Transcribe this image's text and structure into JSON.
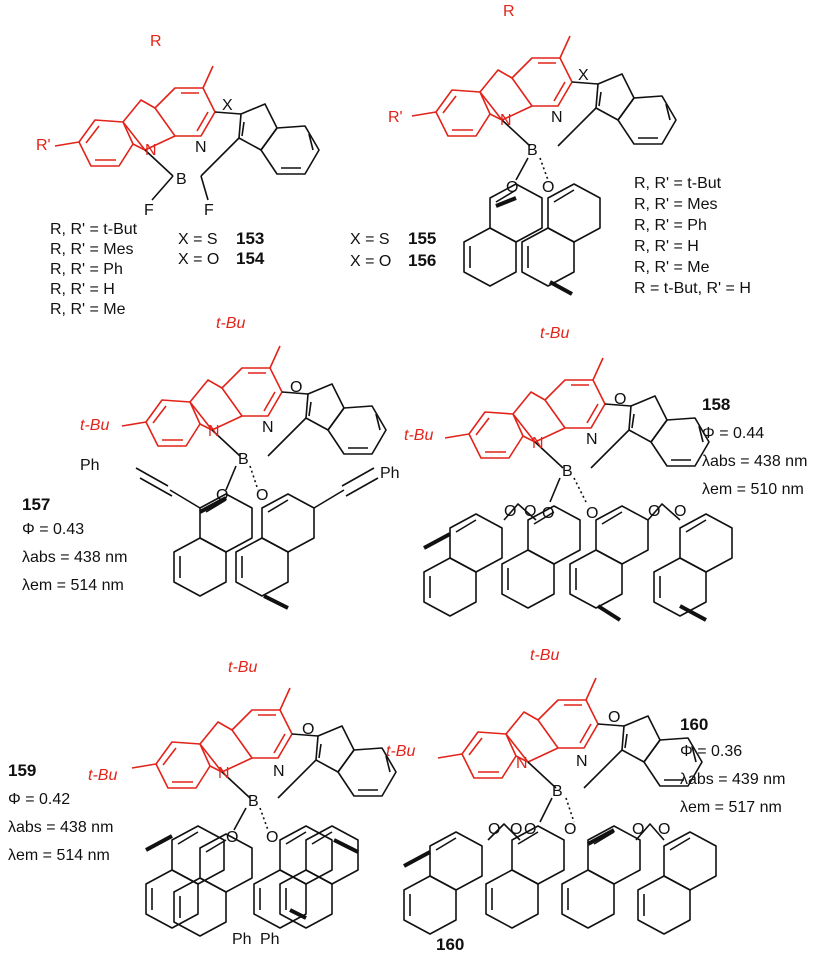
{
  "colors": {
    "red": "#e2231a",
    "black": "#111111"
  },
  "atoms": {
    "N": "N",
    "B": "B",
    "O": "O",
    "F": "F",
    "X": "X",
    "R": "R",
    "Rp": "R'",
    "tBu": "t-Bu",
    "Ph": "Ph"
  },
  "panel_153_154": {
    "subs": [
      "R, R' = t-But",
      "R, R' = Mes",
      "R, R' = Ph",
      "R, R' = H",
      "R, R' = Me"
    ],
    "x_s": "X = S",
    "id_s": "153",
    "x_o": "X = O",
    "id_o": "154"
  },
  "panel_155_156": {
    "subs": [
      "R, R' = t-But",
      "R, R' = Mes",
      "R, R' = Ph",
      "R, R' = H",
      "R, R' = Me",
      "R = t-But,  R' = H"
    ],
    "x_s": "X = S",
    "id_s": "155",
    "x_o": "X = O",
    "id_o": "156"
  },
  "c157": {
    "id": "157",
    "phi": "Φ = 0.43",
    "abs": "λabs = 438 nm",
    "em": "λem = 514 nm"
  },
  "c158": {
    "id": "158",
    "phi": "Φ = 0.44",
    "abs": "λabs = 438 nm",
    "em": "λem = 510 nm"
  },
  "c159": {
    "id": "159",
    "phi": "Φ = 0.42",
    "abs": "λabs = 438 nm",
    "em": "λem = 514 nm"
  },
  "c160": {
    "id": "160",
    "phi": "Φ = 0.36",
    "abs": "λabs = 439 nm",
    "em": "λem = 517 nm",
    "id_bottom": "160"
  }
}
